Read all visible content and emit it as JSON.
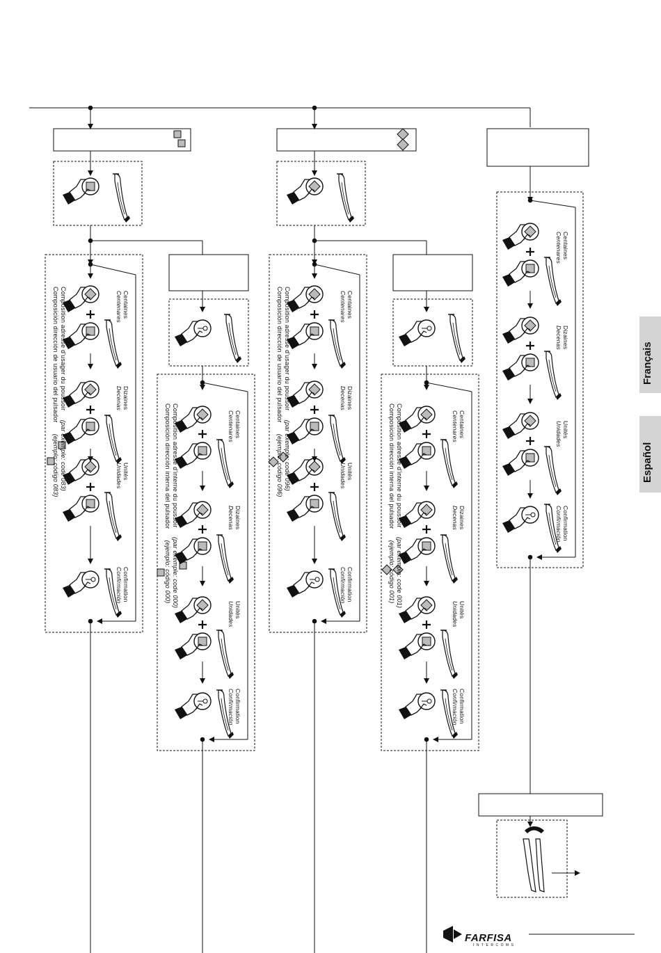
{
  "labels": {
    "centaines": "Centaines",
    "centenares": "Centenares",
    "dizaines": "Dizaines",
    "decenas": "Decenas",
    "unites": "Unités",
    "unidades": "Unidades",
    "confirmation": "Confirmation",
    "confirmacion": "Confirmación"
  },
  "col1": {
    "line1": "Composition adresse d'usager du poussoir",
    "line1_suffix": "(par exemple: code 083)",
    "line2": "Composición dirección de usuario del pulsador",
    "line2_suffix": "(ejemplo: código 083)"
  },
  "col2": {
    "line1": "Composition adresse d'interne du poussoir",
    "line1_suffix": "(par exemple: code 000)",
    "line2": "Composición dirección interna del pulsador",
    "line2_suffix": "(ejemplo: código 000)"
  },
  "col3": {
    "line1": "Composition adresse d'usager du poussoir",
    "line1_suffix": "(par exemple: code 096)",
    "line2": "Composición dirección de usuario del pulsador",
    "line2_suffix": "(ejemplo: código 096)"
  },
  "col4": {
    "line1": "Composition adresse d'interne du poussoir",
    "line1_suffix": "(par exemple: code 001)",
    "line2": "Composición dirección interna del pulsador",
    "line2_suffix": "(ejemplo: código 001)"
  },
  "side_tabs": {
    "francais": "Français",
    "espanol": "Español"
  },
  "brand": {
    "name": "FARFISA",
    "sub": "INTERCOMS"
  },
  "colors": {
    "line": "#111111",
    "tab": "#d4d4d4",
    "key": "#bbbbbb"
  }
}
